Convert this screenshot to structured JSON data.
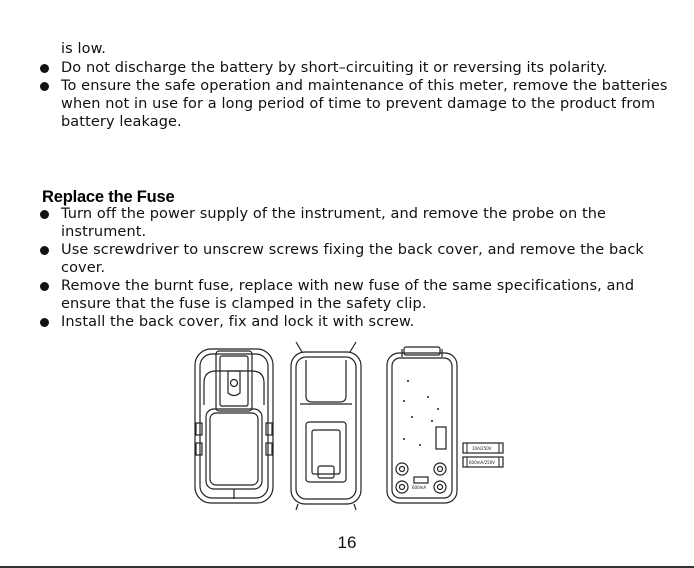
{
  "intro": {
    "line0": "is low.",
    "bullet1_line1": "Do not discharge the battery by short–circuiting it or reversing its polarity.",
    "bullet2_line1": "To ensure the safe operation and maintenance of this meter, remove the batteries",
    "bullet2_line2": "when not in use for a long period of time to prevent damage to the product from",
    "bullet2_line3": "battery leakage."
  },
  "section": {
    "heading": "Replace the Fuse",
    "steps": [
      {
        "line1": "Turn off the power supply of the instrument, and remove the probe on the",
        "line2": "instrument."
      },
      {
        "line1": "Use screwdriver to unscrew screws fixing the back cover, and remove the back",
        "line2": "cover."
      },
      {
        "line1": "Remove the burnt fuse, replace with new fuse of the same specifications, and",
        "line2": "ensure that the fuse is clamped in the safety clip."
      },
      {
        "line1": "Install the back cover, fix and lock it with screw."
      }
    ]
  },
  "figure": {
    "fuse_label_1": "10A/250V",
    "fuse_label_2": "600mA/250V",
    "board_label": "600mA"
  },
  "page_number": "16"
}
